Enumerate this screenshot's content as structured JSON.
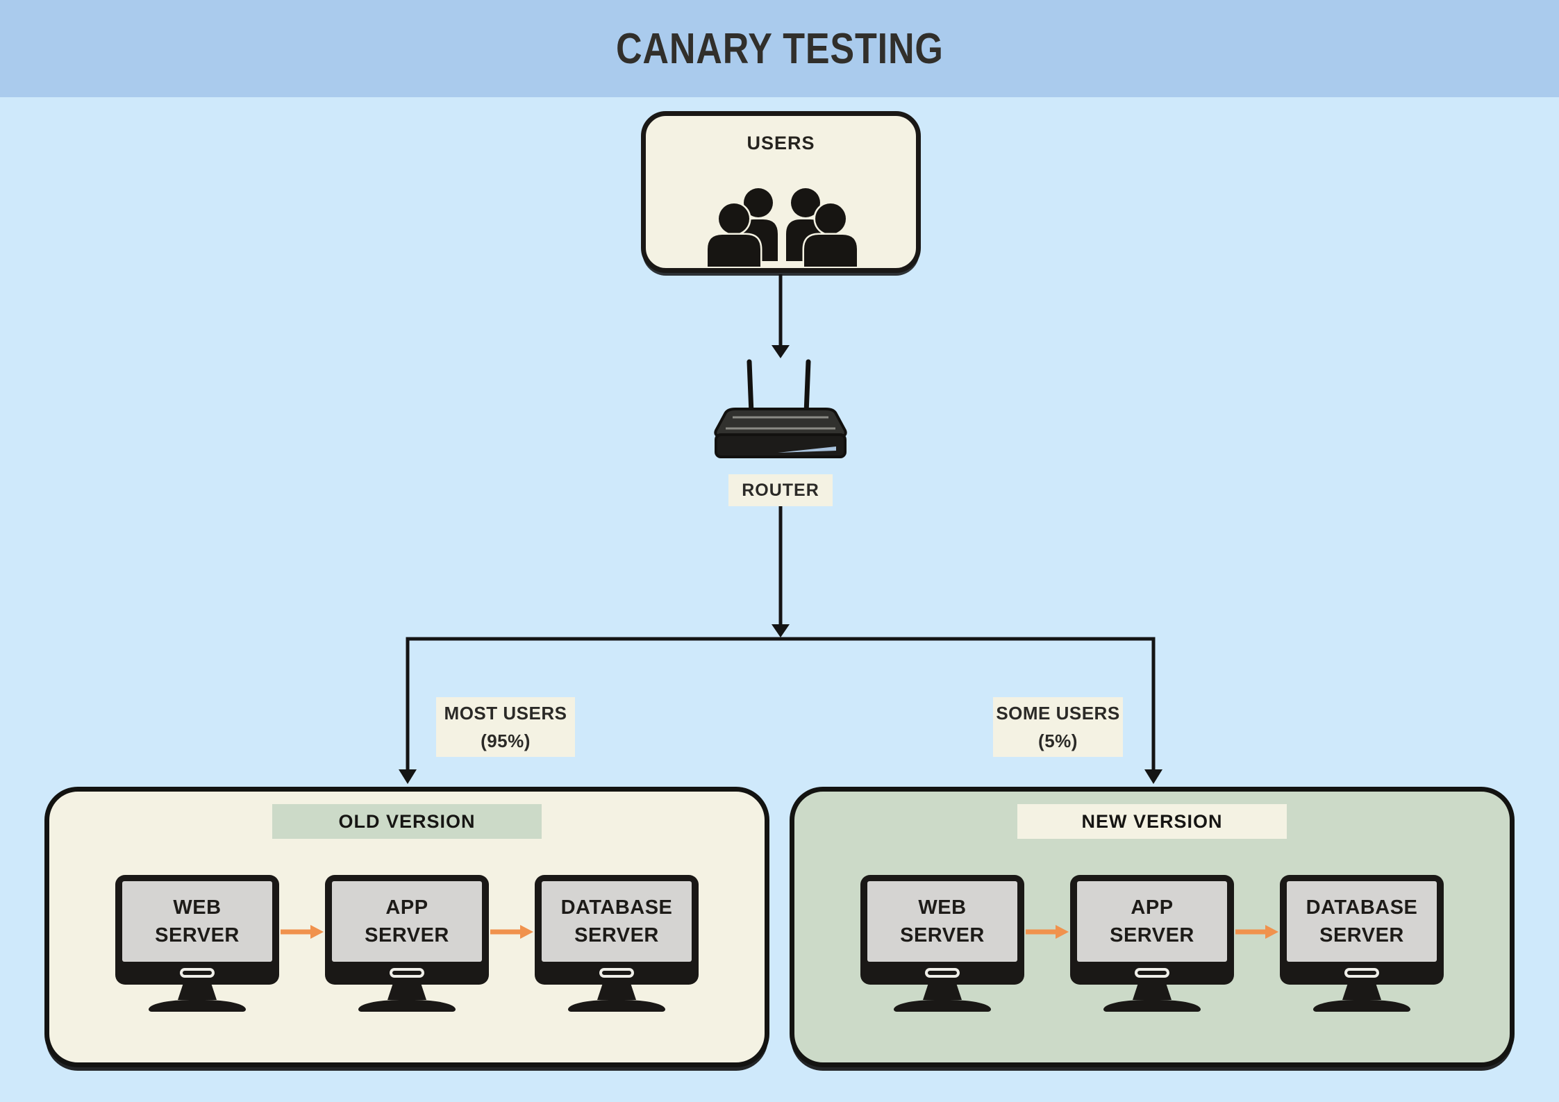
{
  "title": "CANARY TESTING",
  "users_box": {
    "label": "USERS"
  },
  "router": {
    "label": "ROUTER"
  },
  "branches": {
    "left": {
      "line1": "MOST USERS",
      "line2": "(95%)"
    },
    "right": {
      "line1": "SOME USERS",
      "line2": "(5%)"
    }
  },
  "environments": {
    "old": {
      "label": "OLD VERSION",
      "servers": [
        {
          "line1": "WEB",
          "line2": "SERVER"
        },
        {
          "line1": "APP",
          "line2": "SERVER"
        },
        {
          "line1": "DATABASE",
          "line2": "SERVER"
        }
      ]
    },
    "new": {
      "label": "NEW VERSION",
      "servers": [
        {
          "line1": "WEB",
          "line2": "SERVER"
        },
        {
          "line1": "APP",
          "line2": "SERVER"
        },
        {
          "line1": "DATABASE",
          "line2": "SERVER"
        }
      ]
    }
  },
  "icons": {
    "users": "users-group-icon",
    "router": "router-icon",
    "flow": "orange-arrow-icon"
  },
  "colors": {
    "header_bg": "#aacbed",
    "body_bg": "#cfe9fb",
    "cream": "#f4f2e3",
    "sage": "#ccdac8",
    "ink": "#1a1816",
    "screen_gray": "#d5d4d2",
    "arrow_orange": "#f0924d",
    "highlight_blue": "#a9c3dd"
  }
}
